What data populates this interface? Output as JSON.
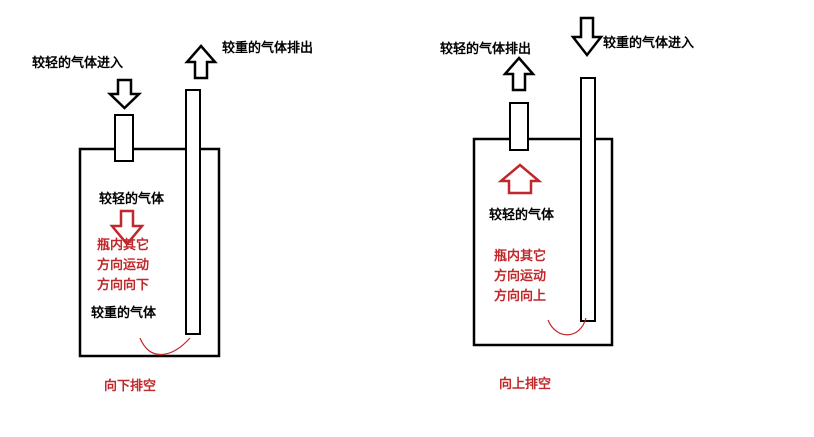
{
  "left_diagram": {
    "inlet_label": "较轻的气体进入",
    "outlet_label": "较重的气体排出",
    "light_gas_label": "较轻的气体",
    "flow_note_line1": "瓶内其它",
    "flow_note_line2": "方向运动",
    "flow_note_line3": "方向向下",
    "heavy_gas_label": "较重的气体",
    "method_caption": "向下排空"
  },
  "right_diagram": {
    "outlet_label": "较轻的气体排出",
    "inlet_label": "较重的气体进入",
    "light_gas_label": "较轻的气体",
    "flow_note_line1": "瓶内其它",
    "flow_note_line2": "方向运动",
    "flow_note_line3": "方向向上",
    "method_caption": "向上排空"
  },
  "colors": {
    "outline": "#000000",
    "accent_red": "#c0282c",
    "background": "#ffffff"
  }
}
